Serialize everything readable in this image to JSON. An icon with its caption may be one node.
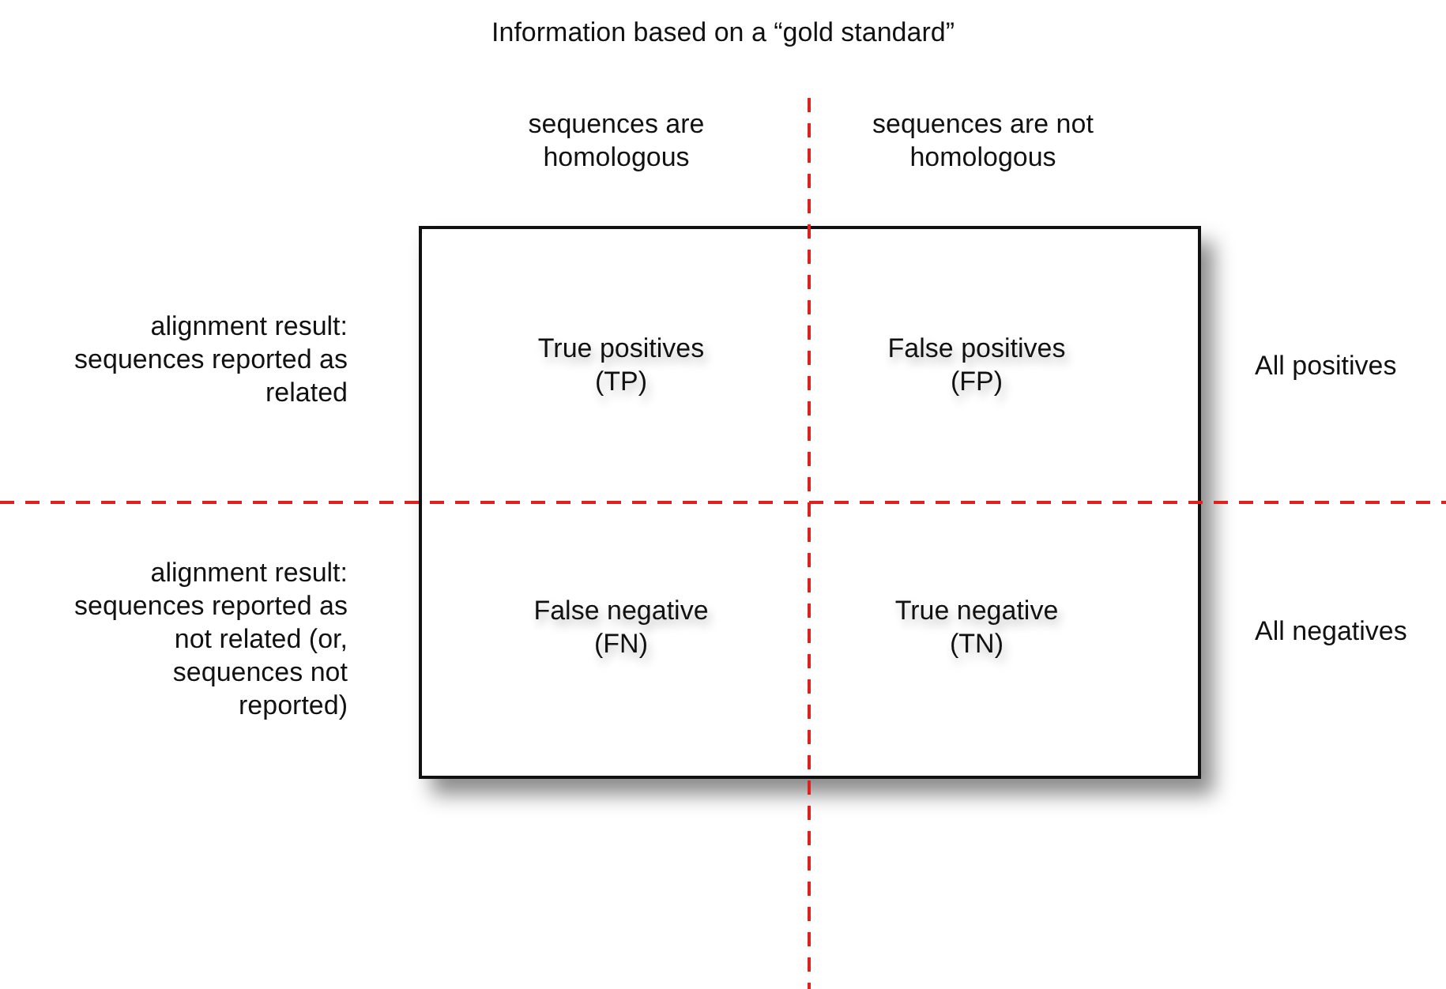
{
  "diagram": {
    "title": "Information based on a “gold standard”",
    "nodes": [
      {
        "text": [],
        "shape": "box"
      },
      {
        "text": [
          "True positives (TP)"
        ],
        "in": 0
      },
      {
        "text": [
          "False positives (FP)"
        ],
        "in": 0
      },
      {
        "text": [
          "False negative (FN)"
        ],
        "in": 0
      },
      {
        "text": [
          "True negative (TN)"
        ],
        "in": 0
      }
    ],
    "edges": [],
    "labels": [
      "sequences are homologous",
      "sequences are not homologous",
      "alignment result: sequences reported as related",
      "All positives",
      "alignment result: sequences reported as not related (or, sequences not reported)",
      "All negatives"
    ]
  }
}
